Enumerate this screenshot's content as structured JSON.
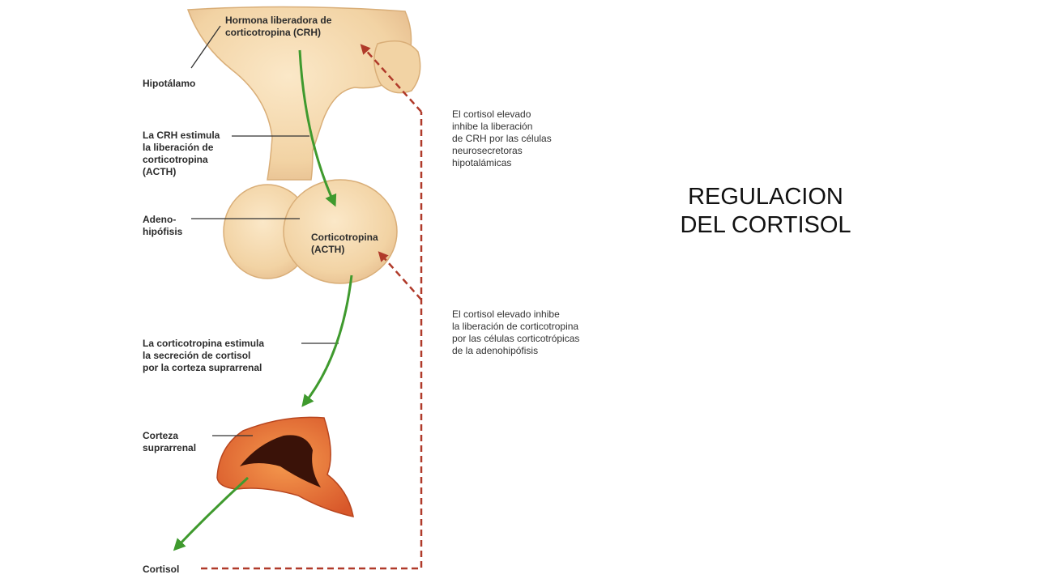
{
  "slide": {
    "title": "REGULACION\nDEL CORTISOL"
  },
  "diagram": {
    "labels": {
      "crh": "Hormona liberadora de\ncorticotropina (CRH)",
      "hipotalamo": "Hipotálamo",
      "crh_estimula": "La CRH estimula\nla liberación de\ncorticotropina\n(ACTH)",
      "adenohipofisis": "Adeno-\nhipófisis",
      "acth": "Corticotropina\n(ACTH)",
      "acth_estimula": "La corticotropina estimula\nla secreción de cortisol\npor la corteza suprarrenal",
      "corteza": "Corteza\nsuprarrenal",
      "cortisol": "Cortisol"
    },
    "notes": {
      "inhibe_crh": "El cortisol elevado\ninhibe la liberación\nde CRH por las células\nneurosecretoras\nhipotalámicas",
      "inhibe_acth": "El cortisol elevado inhibe\nla liberación de corticotropina\npor las células corticotrópicas\nde la adenohipófisis"
    },
    "colors": {
      "tissue": "#f2d3a4",
      "tissue_edge": "#d9ae78",
      "stimulation_arrow": "#3f9a2e",
      "inhibition_arrow": "#b03a2a",
      "adrenal_outer": "#e0672e",
      "adrenal_inner": "#3a1208"
    }
  }
}
